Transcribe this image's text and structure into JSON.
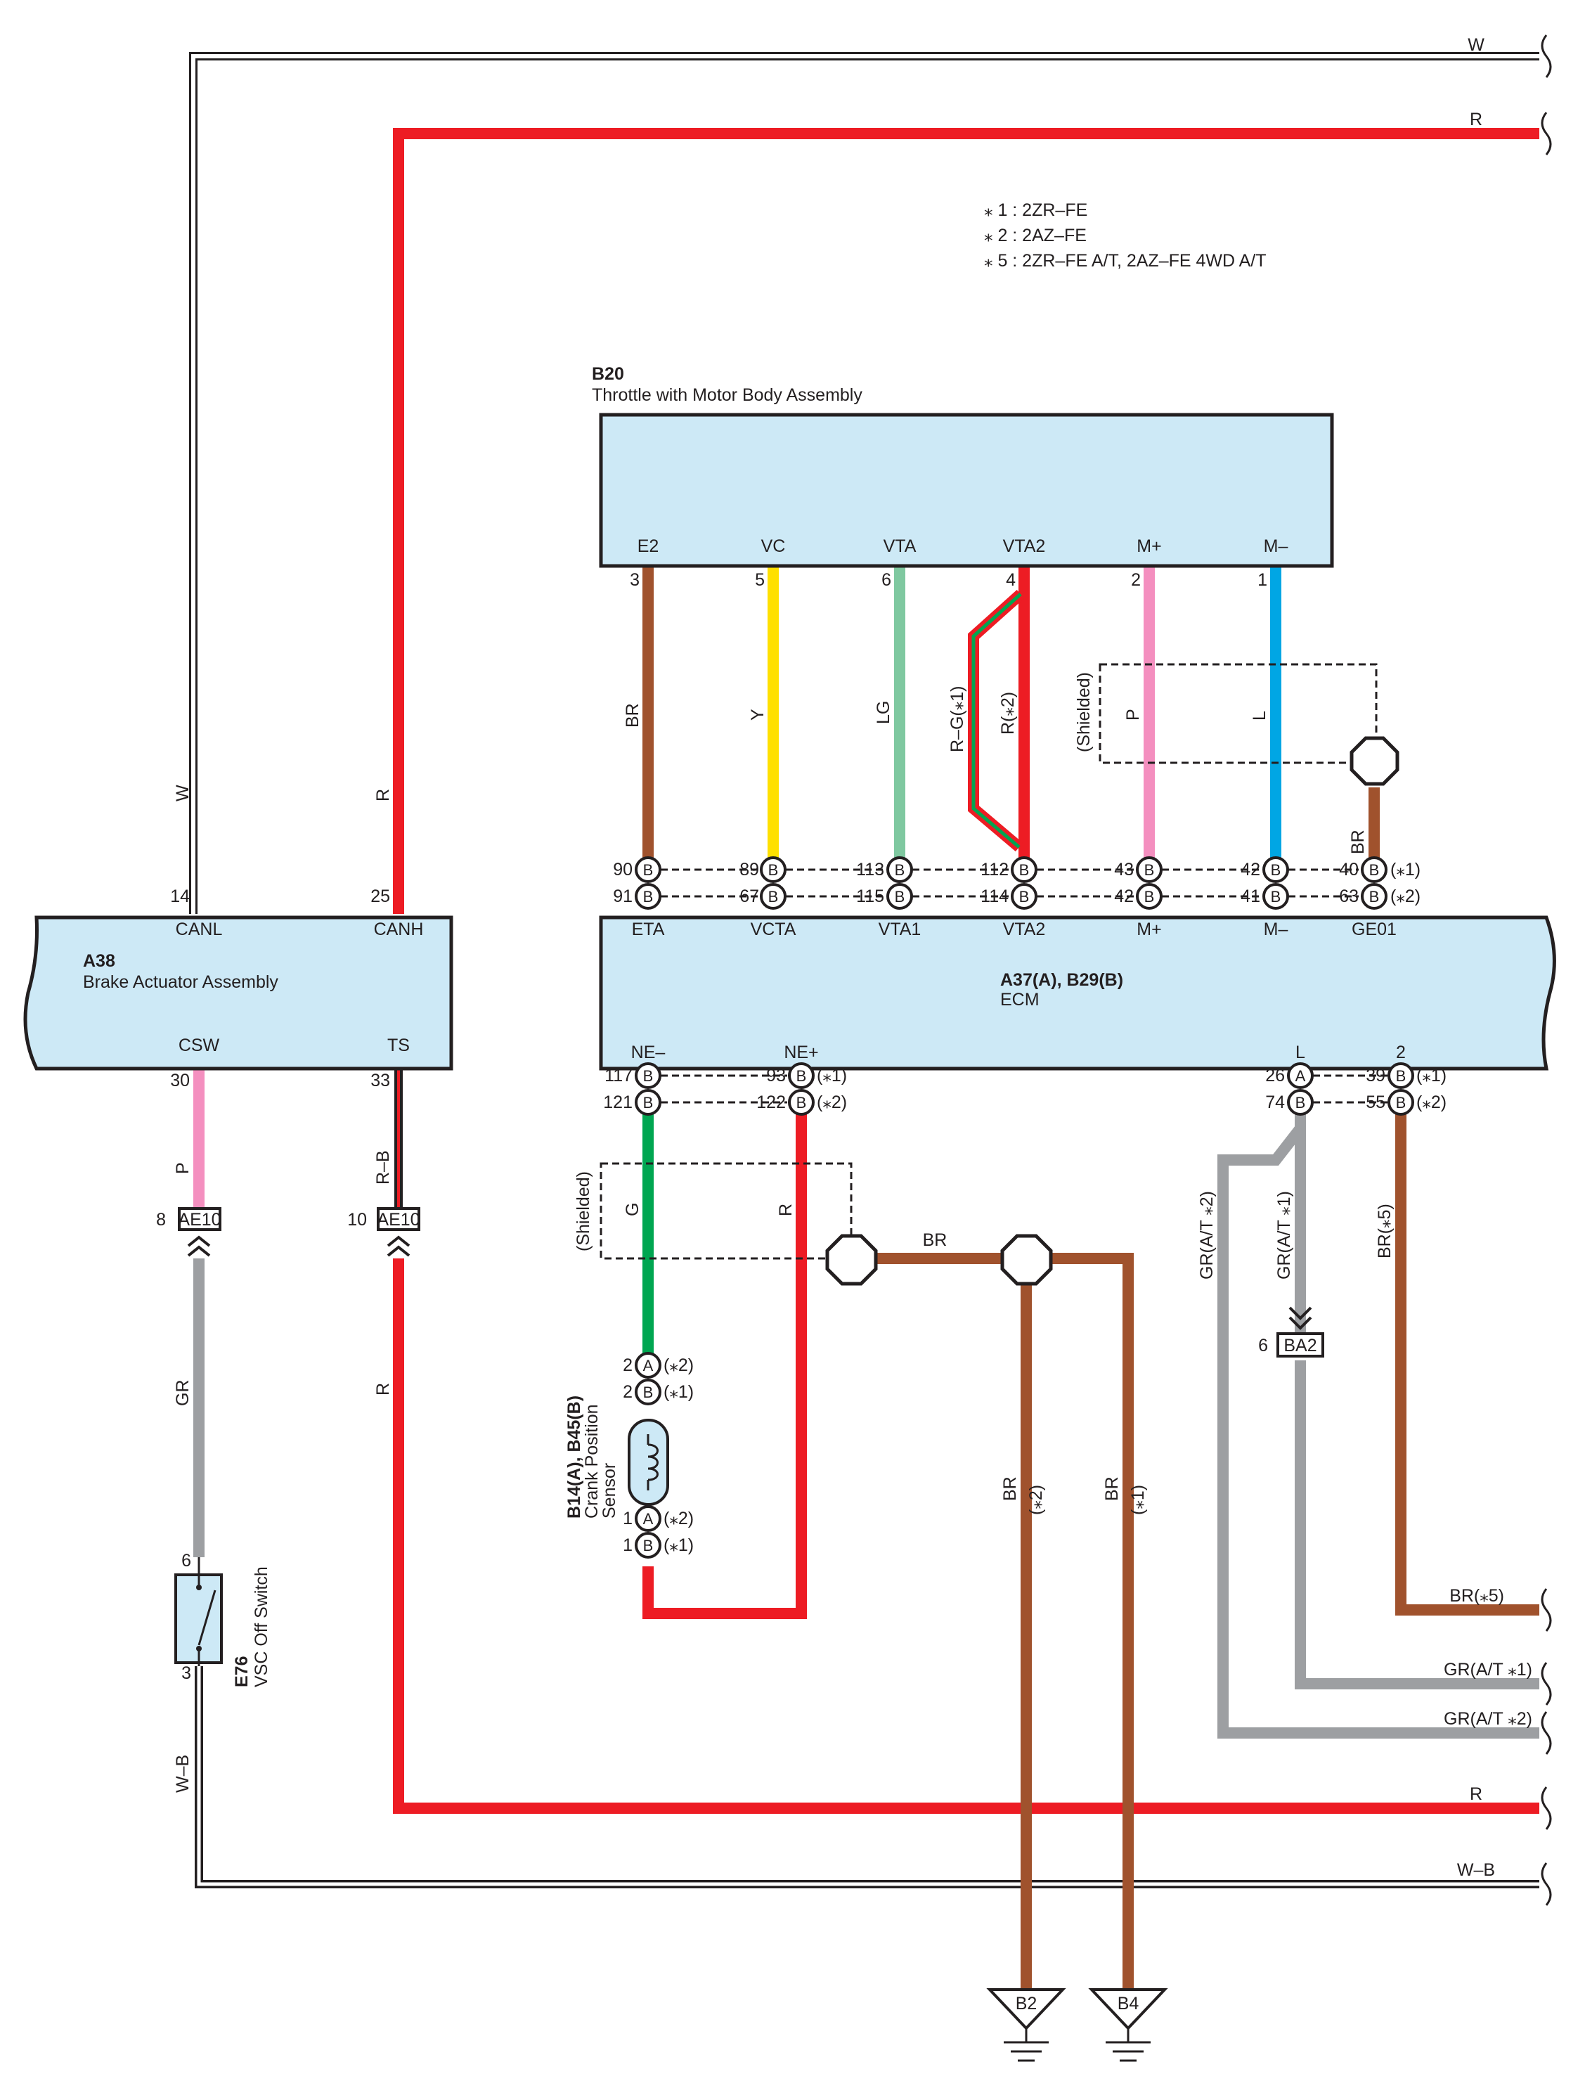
{
  "notes": [
    "⁎ 1 : 2ZR–FE",
    "⁎ 2 : 2AZ–FE",
    "⁎ 5 : 2ZR–FE A/T,  2AZ–FE 4WD A/T"
  ],
  "colors": {
    "box_fill": "#cde9f6",
    "W": "#ffffff",
    "R": "#ed1c24",
    "BR": "#a0522d",
    "Y": "#ffe000",
    "LG": "#7fc8a0",
    "P": "#f48fbf",
    "L": "#00a6e4",
    "G": "#00a651",
    "GR": "#9d9fa2",
    "RG_green": "#00a651"
  },
  "components": {
    "throttle": {
      "code": "B20",
      "name": "Throttle with Motor Body Assembly",
      "terminals": [
        "E2",
        "VC",
        "VTA",
        "VTA2",
        "M+",
        "M–"
      ],
      "pins": [
        "3",
        "5",
        "6",
        "4",
        "2",
        "1"
      ]
    },
    "brake_actuator": {
      "code": "A38",
      "name": "Brake Actuator Assembly",
      "top_terminals": [
        "CANL",
        "CANH"
      ],
      "bottom_terminals": [
        "CSW",
        "TS"
      ]
    },
    "ecm": {
      "code": "A37(A), B29(B)",
      "name": "ECM",
      "top_terminals": [
        "ETA",
        "VCTA",
        "VTA1",
        "VTA2",
        "M+",
        "M–",
        "GE01"
      ],
      "bottom_terminals": [
        "NE–",
        "NE+",
        "L",
        "2"
      ]
    },
    "crank": {
      "code": "B14(A), B45(B)",
      "name_line1": "Crank Position",
      "name_line2": "Sensor"
    },
    "vsc": {
      "code": "E76",
      "name": "VSC Off Switch",
      "pin_top": "6",
      "pin_bottom": "3"
    }
  },
  "ecm_pins": {
    "row1": [
      "90",
      "89",
      "113",
      "112",
      "43",
      "42",
      "40"
    ],
    "row2": [
      "91",
      "67",
      "115",
      "114",
      "42",
      "41",
      "63"
    ],
    "row1_note": "(⁎1)",
    "row2_note": "(⁎2)",
    "bottom_left_row1": [
      "117",
      "93"
    ],
    "bottom_left_row2": [
      "121",
      "122"
    ],
    "bottom_right_row1": [
      "26",
      "39"
    ],
    "bottom_right_row2": [
      "74",
      "55"
    ],
    "pin_letters": {
      "B": "B",
      "A": "A"
    }
  },
  "brake_pins": {
    "canl": "14",
    "canh": "25",
    "csw": "30",
    "ts": "33"
  },
  "connectors": {
    "ae10": "AE10",
    "ae10_csw_pin": "8",
    "ae10_ts_pin": "10",
    "ba2": "BA2",
    "ba2_pin": "6"
  },
  "crank_pins": {
    "top": [
      [
        "2",
        "A",
        "(⁎2)"
      ],
      [
        "2",
        "B",
        "(⁎1)"
      ]
    ],
    "bottom": [
      [
        "1",
        "A",
        "(⁎2)"
      ],
      [
        "1",
        "B",
        "(⁎1)"
      ]
    ]
  },
  "wire_labels": {
    "w": "W",
    "r": "R",
    "br": "BR",
    "y": "Y",
    "lg": "LG",
    "rg": "R–G(⁎1)",
    "r2": "R(⁎2)",
    "shielded": "(Shielded)",
    "p": "P",
    "l": "L",
    "gr": "GR",
    "rb": "R–B",
    "wb": "W–B",
    "g": "G",
    "gr_at2": "GR(A/T ⁎2)",
    "gr_at1": "GR(A/T ⁎1)",
    "br5": "BR(⁎5)",
    "star1": "(⁎1)",
    "star2": "(⁎2)",
    "right_w": "W",
    "right_r_top": "R",
    "right_r_bottom": "R",
    "right_wb": "W–B",
    "right_br5": "BR(⁎5)",
    "right_gr1": "GR(A/T ⁎1)",
    "right_gr2": "GR(A/T ⁎2)"
  },
  "grounds": [
    "B2",
    "B4"
  ]
}
